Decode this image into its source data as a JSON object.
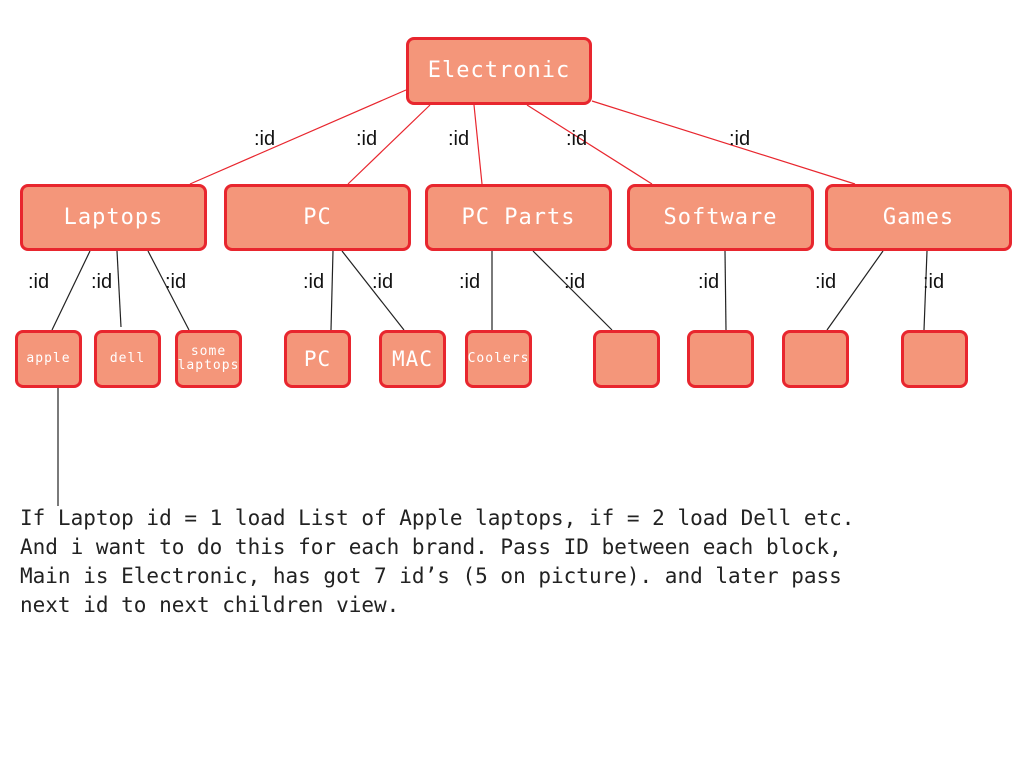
{
  "root": {
    "label": "Electronic"
  },
  "categories": [
    {
      "key": "laptops",
      "label": "Laptops"
    },
    {
      "key": "pc",
      "label": "PC"
    },
    {
      "key": "pc-parts",
      "label": "PC Parts"
    },
    {
      "key": "software",
      "label": "Software"
    },
    {
      "key": "games",
      "label": "Games"
    }
  ],
  "leaves": [
    {
      "key": "apple",
      "label": "apple",
      "parent": "laptops"
    },
    {
      "key": "dell",
      "label": "dell",
      "parent": "laptops"
    },
    {
      "key": "some-laptops",
      "label": "some laptops",
      "parent": "laptops"
    },
    {
      "key": "pc",
      "label": "PC",
      "parent": "pc"
    },
    {
      "key": "mac",
      "label": "MAC",
      "parent": "pc"
    },
    {
      "key": "coolers",
      "label": "Coolers",
      "parent": "pc-parts"
    },
    {
      "key": "pc-parts-2",
      "label": "",
      "parent": "pc-parts"
    },
    {
      "key": "software-1",
      "label": "",
      "parent": "software"
    },
    {
      "key": "games-1",
      "label": "",
      "parent": "games"
    },
    {
      "key": "games-2",
      "label": "",
      "parent": "games"
    }
  ],
  "edge_label": ":id",
  "note": "If Laptop id = 1 load List of Apple laptops, if = 2 load Dell etc.\nAnd i want to do this for each brand. Pass ID between each block,\nMain is Electronic, has got 7 id’s (5 on picture). and later pass\nnext id to next children view.",
  "colors": {
    "node_fill": "#f4967a",
    "node_border": "#e8262e",
    "root_edge": "#e8262e",
    "child_edge": "#222222",
    "text": "#ffffff"
  }
}
